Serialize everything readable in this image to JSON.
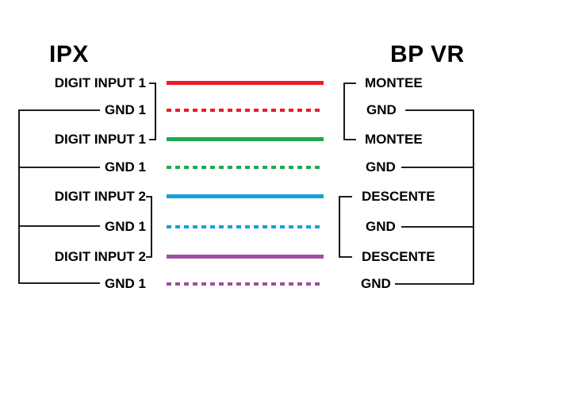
{
  "titles": {
    "left": "IPX",
    "right": "BP VR"
  },
  "connector_color": "#000000",
  "rows": [
    {
      "left_label": "DIGIT INPUT 1",
      "right_label": "MONTEE",
      "color": "#EC1C24",
      "line_style": "solid"
    },
    {
      "left_label": "GND 1",
      "right_label": "GND",
      "color": "#EC1C24",
      "line_style": "dashed"
    },
    {
      "left_label": "DIGIT INPUT 1",
      "right_label": "MONTEE",
      "color": "#22A84C",
      "line_style": "solid"
    },
    {
      "left_label": "GND 1",
      "right_label": "GND",
      "color": "#22A84C",
      "line_style": "dashed"
    },
    {
      "left_label": "DIGIT INPUT 2",
      "right_label": "DESCENTE",
      "color": "#149FDB",
      "line_style": "solid"
    },
    {
      "left_label": "GND 1",
      "right_label": "GND",
      "color": "#149FDB",
      "line_style": "dashed"
    },
    {
      "left_label": "DIGIT INPUT 2",
      "right_label": "DESCENTE",
      "color": "#9E4F9F",
      "line_style": "solid"
    },
    {
      "left_label": "GND 1",
      "right_label": "GND",
      "color": "#9E4F9F",
      "line_style": "dashed"
    }
  ]
}
